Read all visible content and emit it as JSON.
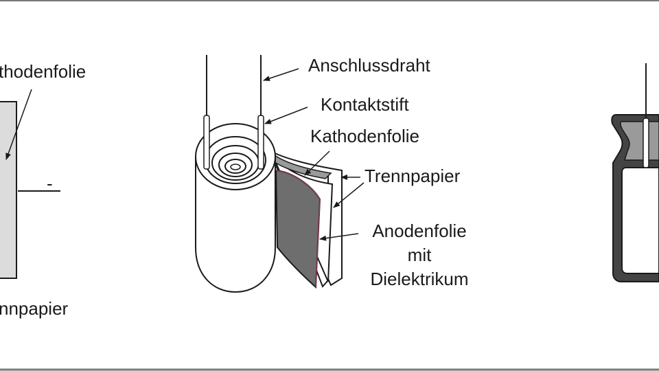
{
  "labels": {
    "left_kathodenfolie": "thodenfolie",
    "left_minus": "-",
    "left_trennpapier": "nnpapier",
    "anschlussdraht": "Anschlussdraht",
    "kontaktstift": "Kontaktstift",
    "kathodenfolie": "Kathodenfolie",
    "trennpapier": "Trennpapier",
    "anodenfolie_line1": "Anodenfolie",
    "anodenfolie_line2": "mit",
    "anodenfolie_line3": "Dielektrikum"
  },
  "colors": {
    "stroke": "#1a1a1a",
    "light_gray": "#dcdcdc",
    "mid_gray": "#9a9a9a",
    "dark_gray": "#6e6e6e",
    "foil_edge": "#8a3a5a",
    "frame": "#777777"
  }
}
